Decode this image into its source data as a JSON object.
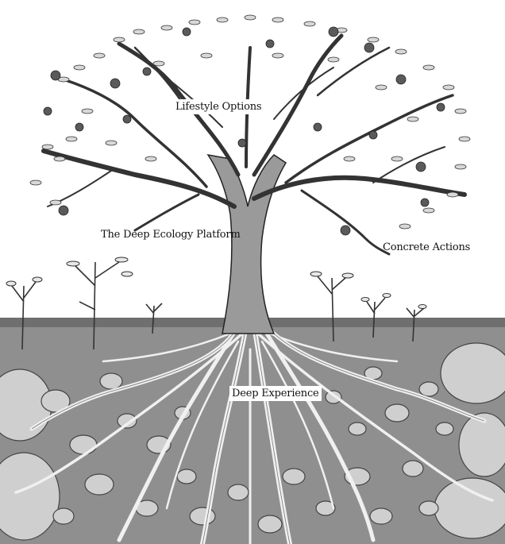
{
  "labels": {
    "lifestyle_options": "Lifestyle Options",
    "deep_ecology_platform": "The Deep Ecology Platform",
    "concrete_actions": "Concrete Actions",
    "deep_experience": "Deep Experience"
  },
  "colors": {
    "background": "#ffffff",
    "ground": "#8a8a8a",
    "ink": "#222222",
    "stone": "#c9c9c9",
    "foliage": "#555555"
  }
}
